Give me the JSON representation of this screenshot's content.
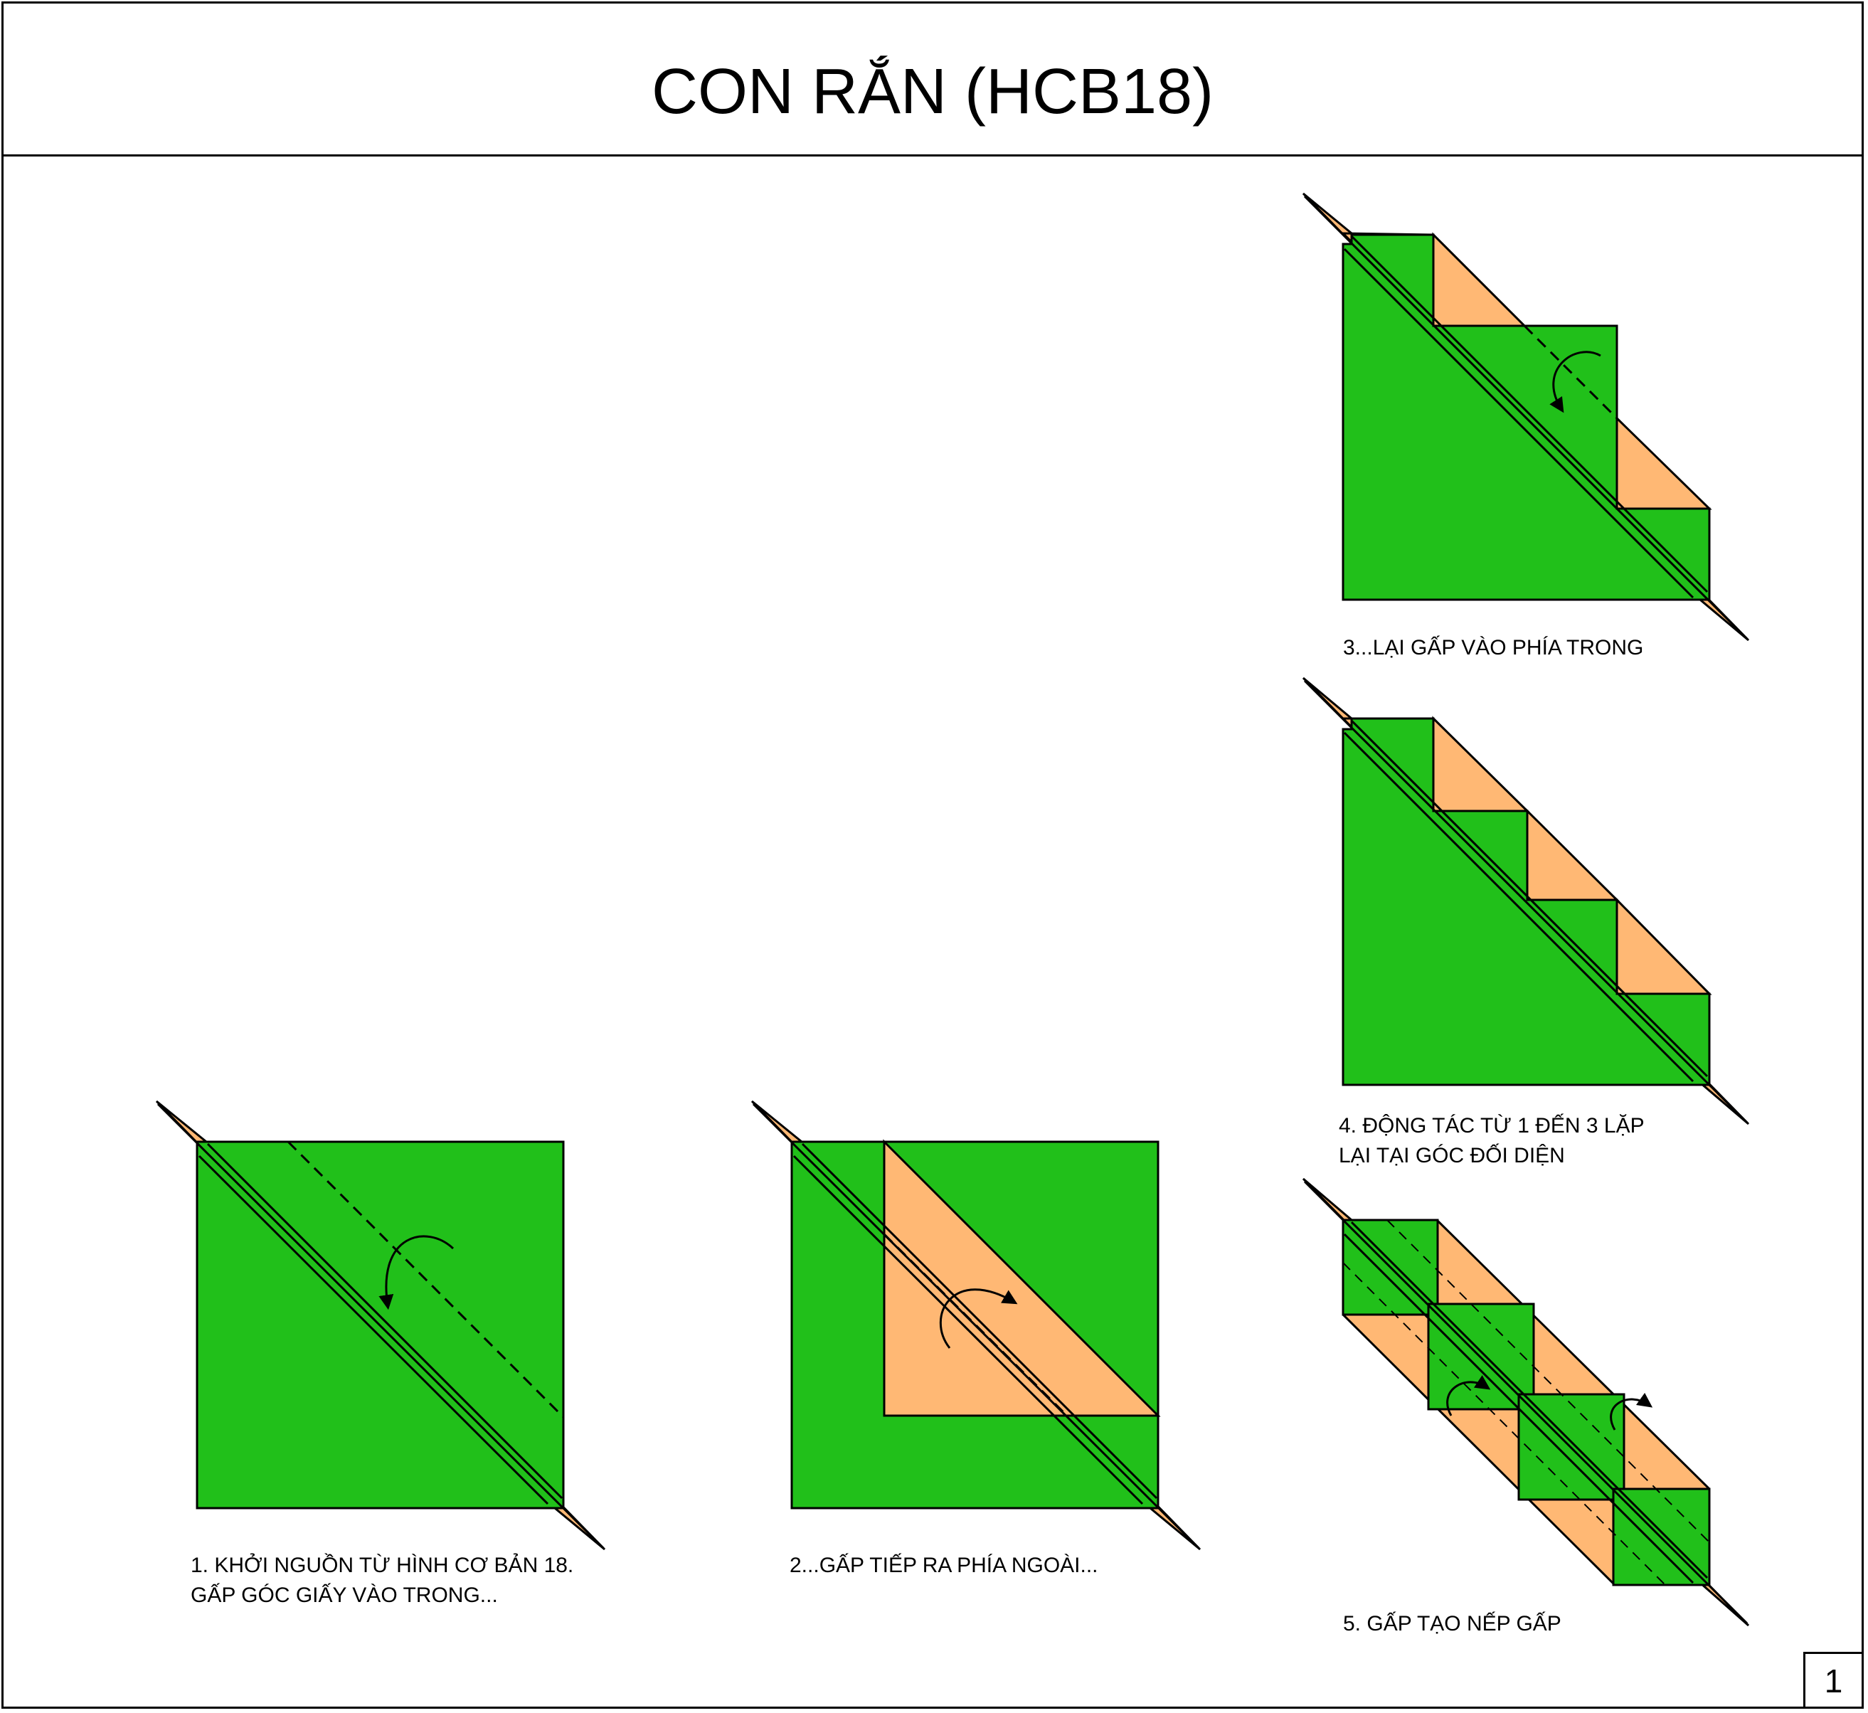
{
  "title": "CON RẮN (HCB18)",
  "colors": {
    "paper_front": "#21c01a",
    "paper_back": "#ffb874",
    "line": "#000000"
  },
  "steps": [
    {
      "caption_line1": "1. KHỞI NGUỒN TỪ HÌNH CƠ BẢN 18.",
      "caption_line2": "GẤP GÓC GIẤY VÀO TRONG..."
    },
    {
      "caption_line1": "2...GẤP TIẾP RA PHÍA NGOÀI...",
      "caption_line2": ""
    },
    {
      "caption_line1": "3...LẠI GẤP VÀO PHÍA TRONG",
      "caption_line2": ""
    },
    {
      "caption_line1": "4. ĐỘNG TÁC TỪ 1 ĐẾN 3 LẶP",
      "caption_line2": "LẠI TẠI GÓC ĐỐI DIỆN"
    },
    {
      "caption_line1": "5. GẤP TẠO NẾP GẤP",
      "caption_line2": ""
    }
  ],
  "page_number": "1"
}
